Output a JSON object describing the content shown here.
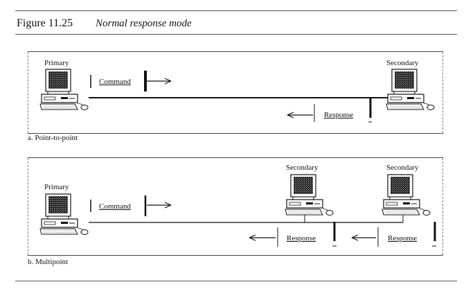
{
  "figure": {
    "number": "Figure 11.25",
    "title": "Normal response mode"
  },
  "panel_a": {
    "caption": "a. Point-to-point",
    "primary_label": "Primary",
    "secondary_label": "Secondary",
    "command_label": "Command",
    "response_label": "Response"
  },
  "panel_b": {
    "caption": "b. Multipoint",
    "primary_label": "Primary",
    "secondary1_label": "Secondary",
    "secondary2_label": "Secondary",
    "command_label": "Command",
    "response1_label": "Response",
    "response2_label": "Response"
  }
}
